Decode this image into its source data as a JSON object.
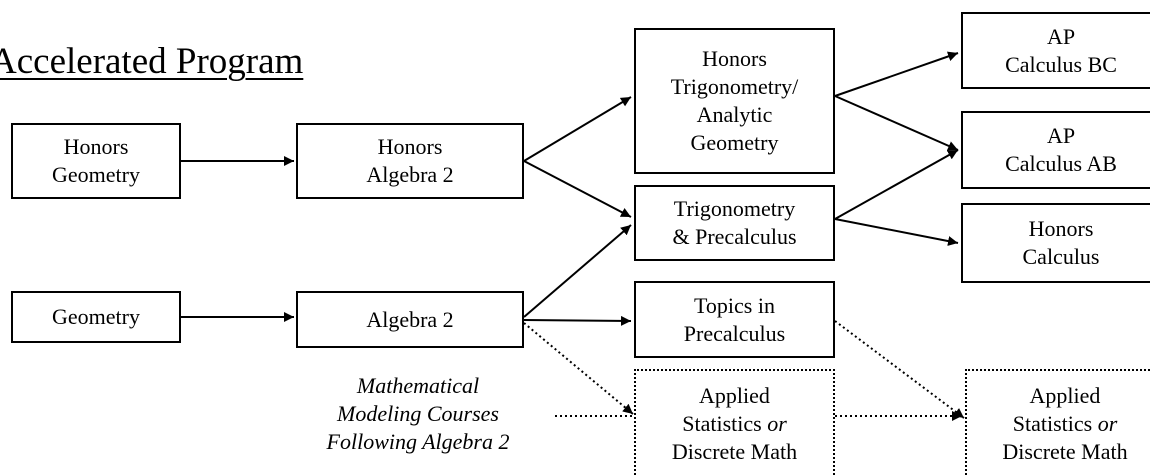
{
  "title": "Accelerated Program",
  "nodes": {
    "honors_geometry": [
      "Honors",
      "Geometry"
    ],
    "honors_algebra2": [
      "Honors",
      "Algebra 2"
    ],
    "geometry": [
      "Geometry"
    ],
    "algebra2": [
      "Algebra 2"
    ],
    "honors_trig": [
      "Honors",
      "Trigonometry/",
      "Analytic",
      "Geometry"
    ],
    "trig_precalc": [
      "Trigonometry",
      "& Precalculus"
    ],
    "topics_precalc": [
      "Topics in",
      "Precalculus"
    ],
    "applied_stats_1": {
      "line1": "Applied",
      "line2_a": "Statistics",
      "line2_or": "or",
      "line3": "Discrete Math"
    },
    "ap_calc_bc": [
      "AP",
      "Calculus BC"
    ],
    "ap_calc_ab": [
      "AP",
      "Calculus AB"
    ],
    "honors_calc": [
      "Honors",
      "Calculus"
    ],
    "applied_stats_2": {
      "line1": "Applied",
      "line2_a": "Statistics",
      "line2_or": "or",
      "line3": "Discrete Math"
    }
  },
  "note": [
    "Mathematical",
    "Modeling Courses",
    "Following Algebra 2"
  ],
  "colors": {
    "line": "#000000",
    "background": "#ffffff"
  }
}
